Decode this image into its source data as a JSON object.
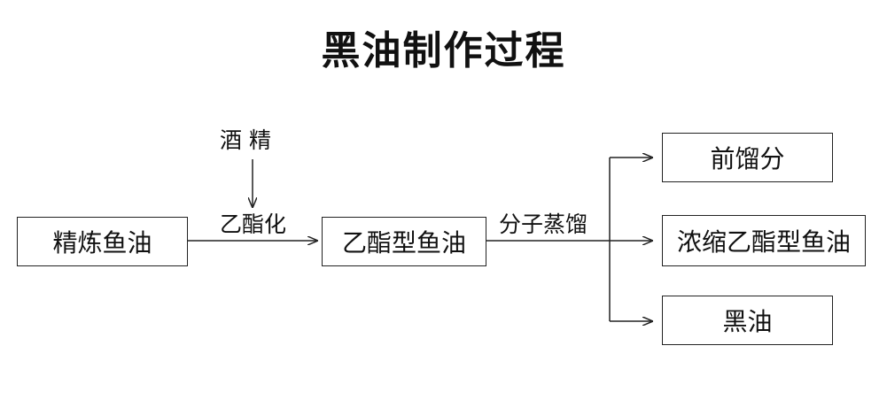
{
  "title": "黑油制作过程",
  "nodes": {
    "refined_fish_oil": "精炼鱼油",
    "ethyl_ester_fish_oil": "乙酯型鱼油",
    "head_fraction": "前馏分",
    "concentrated_ethyl_ester": "浓缩乙酯型鱼油",
    "black_oil": "黑油"
  },
  "labels": {
    "alcohol": "酒 精",
    "ethylation": "乙酯化",
    "molecular_distillation": "分子蒸馏"
  }
}
